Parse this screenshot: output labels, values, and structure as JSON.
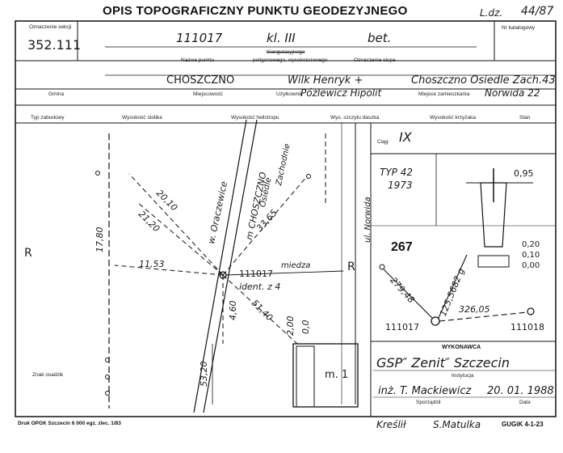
{
  "header": {
    "title": "OPIS TOPOGRAFICZNY PUNKTU GEODEZYJNEGO",
    "ldz_label": "L.dz.",
    "ldz_value": "44/87"
  },
  "row1": {
    "section_label": "Oznaczenie sekcji",
    "section_value": "352.111",
    "catalog_label": "Nr katalogowy",
    "point_number": "111017",
    "point_class": "kl. III",
    "point_note": "bet.",
    "name_label": "Nazwa punktu",
    "type_label_1": "triangulacyjnego",
    "type_label_2": "poligonowego, wysokościowego",
    "pole_label": "Oznaczenie słupa"
  },
  "row2": {
    "gmina_value": "CHOSZCZNO",
    "gmina_label": "Gmina",
    "miejscowosc_label": "Miejscowość",
    "user_value": "Wilk Henryk +",
    "user_value_2": "Póżlewicz Hipolit",
    "user_label": "Użytkownik",
    "residence_value": "Choszczno Osiedle Zach.43",
    "residence_value_2": "Norwida 22",
    "residence_label": "Miejsce zamieszkania"
  },
  "row3": {
    "labels": [
      "Typ zabudowy",
      "Wysokość stolika",
      "Wysokość helictropu",
      "Wys. szczytu daszka",
      "Wysokość krzyżaka",
      "Stan"
    ]
  },
  "sketch": {
    "road_oraczewice": "w. Oraczewice",
    "road_choszczno": "m CHOSZCZNO",
    "road_osiedle": "Osiedle",
    "road_zachodnie": "Zachodnie",
    "road_norwida": "ul. Norwida",
    "point_label": "111017",
    "miedza": "miedza",
    "ident": "ident. z 4",
    "r_left": "R",
    "r_right": "R",
    "building": "m. 1",
    "dims": [
      "20,10",
      "21,20",
      "33,65",
      "17,80",
      "11,53",
      "51,40",
      "4,60",
      "2,00",
      "0,0",
      "53,20"
    ],
    "znak_label": "Znak osadzik"
  },
  "right_panel": {
    "ciag_label": "Ciąg:",
    "ciag_value": "IX",
    "typ": "TYP 42",
    "year": "1973",
    "m095": "0,95",
    "m020": "0,20",
    "m010": "0,10",
    "m000": "0,00",
    "num267": "267",
    "d1": "279,48",
    "d2": "125,5682 g",
    "d3": "326,05",
    "p1": "111017",
    "p2": "111018"
  },
  "footer_right": {
    "wykonawca_label": "WYKONAWCA",
    "firm": "GSP″ Zenit″ Szczecin",
    "instytucja_label": "Instytucja",
    "person": "inż. T. Mackiewicz",
    "date": "20. 01. 1988",
    "sporzadzil_label": "Sporządził",
    "data_label": "Data",
    "kreslil": "Kreślił",
    "kreslil_name": "S.Matulka",
    "form_code": "GUGiK 4-1-23"
  },
  "footer_left": {
    "druk": "Druk OPGK Szczecin 6 000 egz. zlec. 1/83"
  }
}
